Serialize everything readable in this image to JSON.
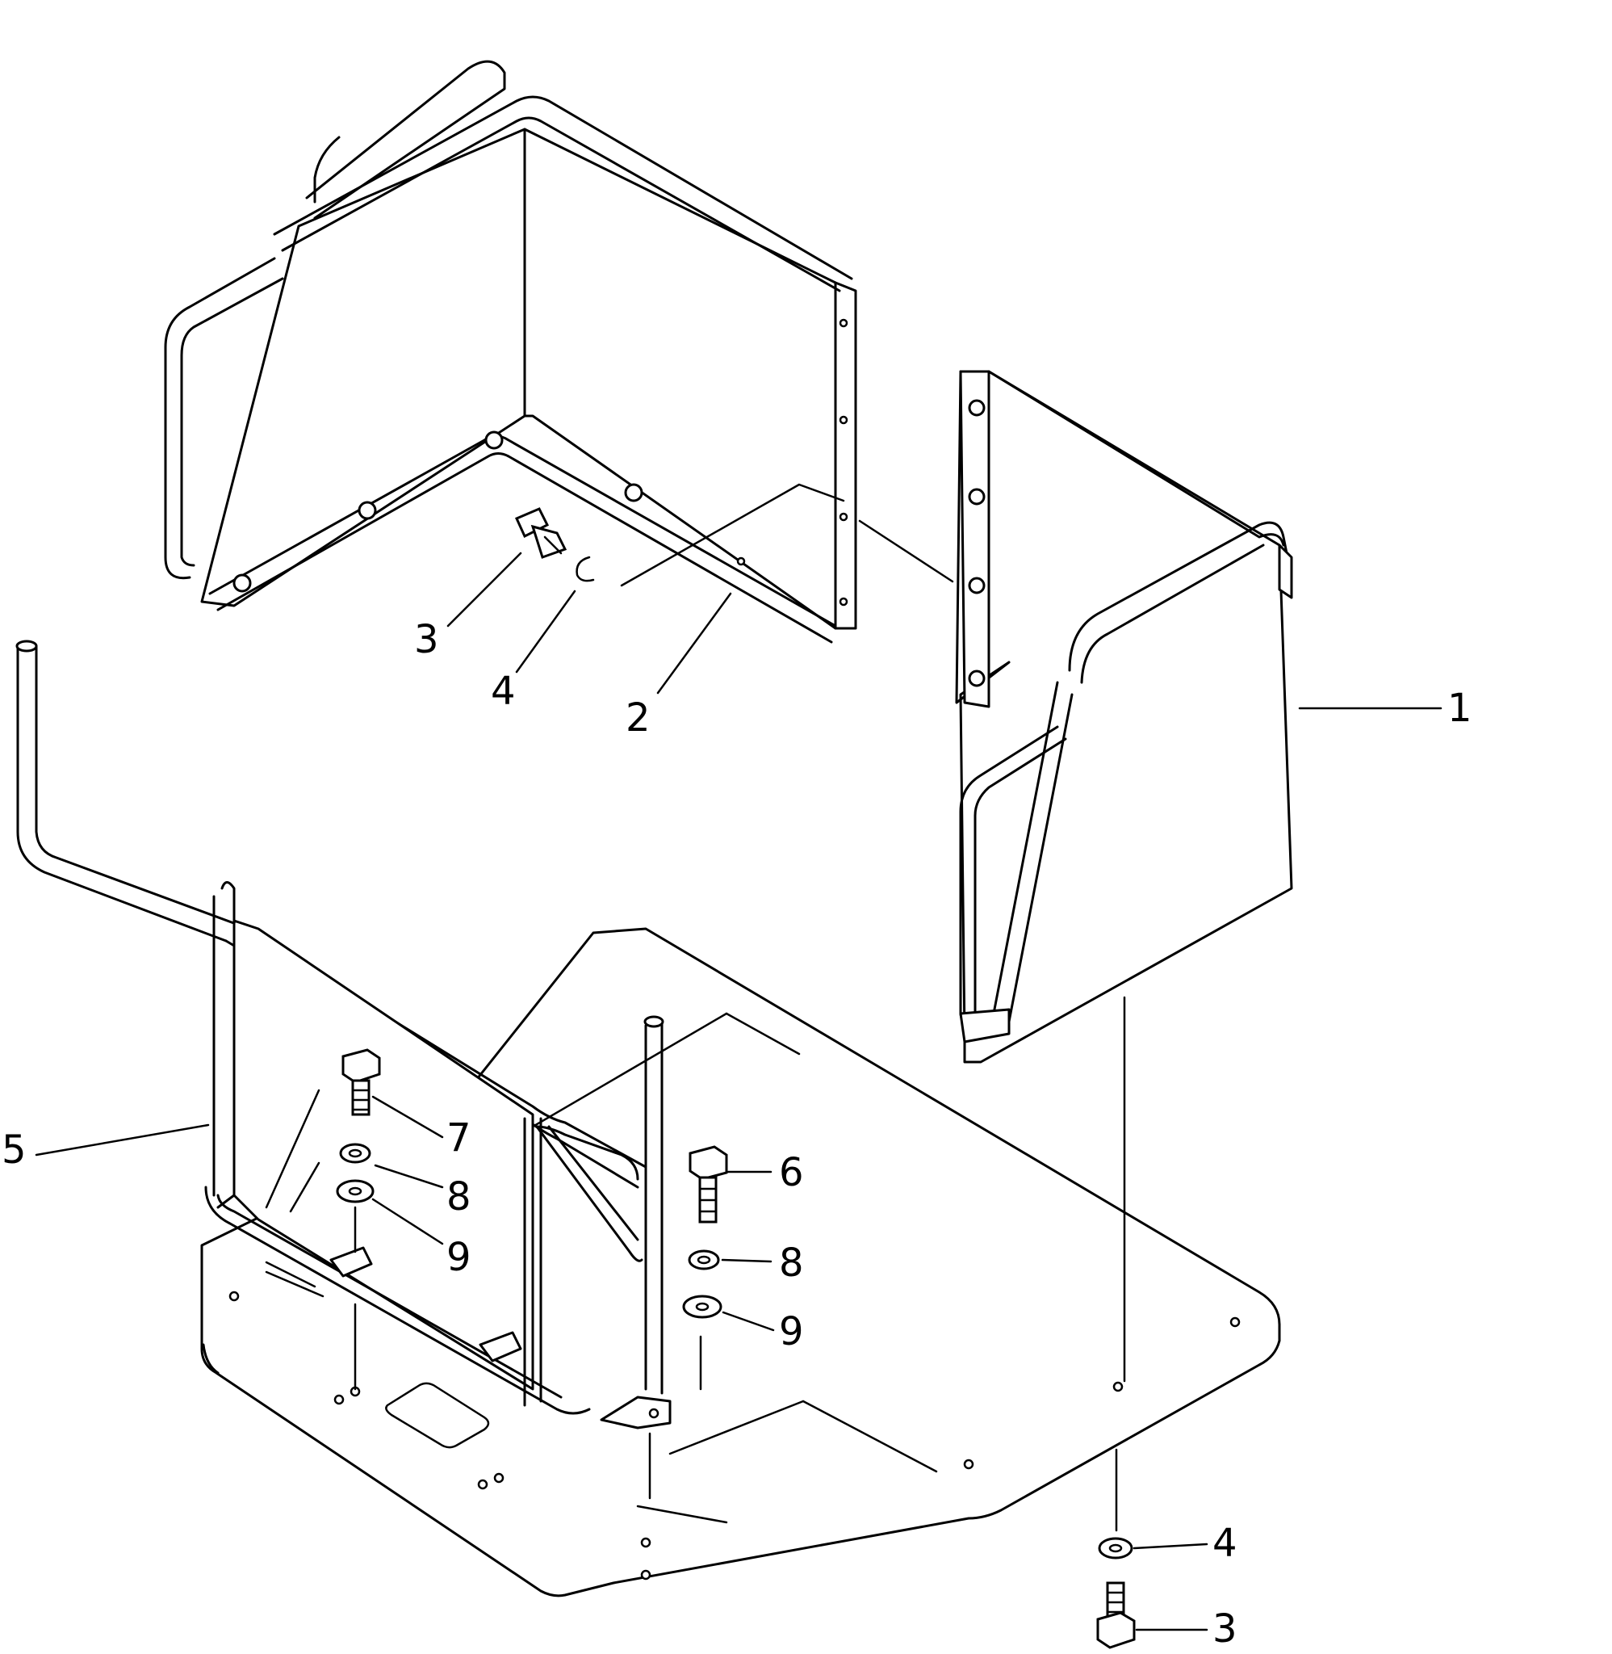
{
  "callouts": [
    {
      "id": "c1",
      "label": "1"
    },
    {
      "id": "c2",
      "label": "2"
    },
    {
      "id": "c3a",
      "label": "3"
    },
    {
      "id": "c4a",
      "label": "4"
    },
    {
      "id": "c5",
      "label": "5"
    },
    {
      "id": "c6",
      "label": "6"
    },
    {
      "id": "c7",
      "label": "7"
    },
    {
      "id": "c8a",
      "label": "8"
    },
    {
      "id": "c9a",
      "label": "9"
    },
    {
      "id": "c8b",
      "label": "8"
    },
    {
      "id": "c9b",
      "label": "9"
    },
    {
      "id": "c4b",
      "label": "4"
    },
    {
      "id": "c3b",
      "label": "3"
    }
  ],
  "colors": {
    "ink": "#000000",
    "paper": "#ffffff"
  }
}
